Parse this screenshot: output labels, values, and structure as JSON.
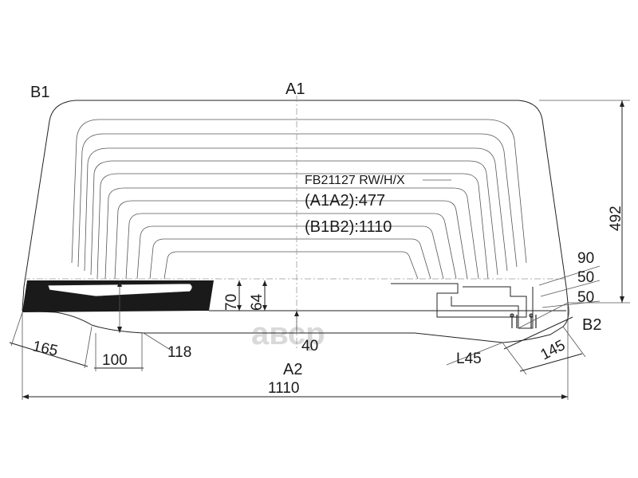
{
  "part": {
    "code": "FB21127 RW/H/X",
    "a1a2": "(A1A2):477",
    "b1b2": "(B1B2):1110"
  },
  "points": {
    "a1": "A1",
    "a2": "A2",
    "b1": "B1",
    "b2": "B2"
  },
  "dimensions": {
    "height": "492",
    "width": "1110",
    "d165": "165",
    "d100": "100",
    "d118": "118",
    "d70": "70",
    "d64": "64",
    "d40": "40",
    "d90": "90",
    "d50a": "50",
    "d50b": "50",
    "l45": "L45",
    "d145": "145"
  },
  "watermark": "aвсp",
  "colors": {
    "line": "#222222",
    "fill_dark": "#1a1a1a",
    "watermark": "#d9d9d9"
  }
}
